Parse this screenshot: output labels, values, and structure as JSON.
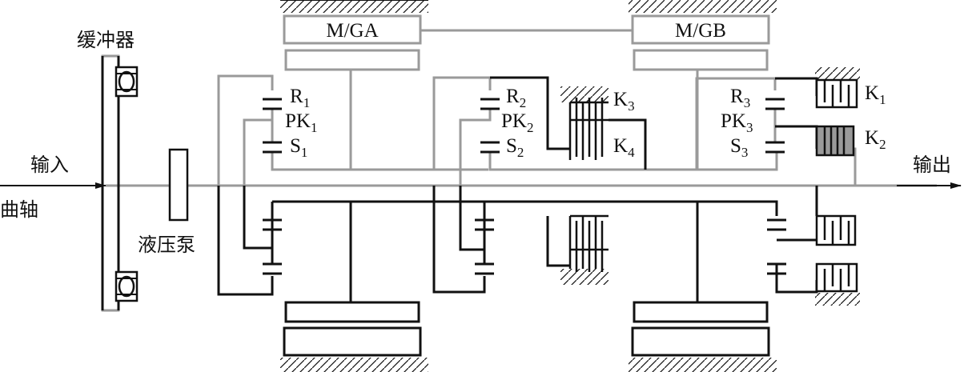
{
  "labels": {
    "damper": "缓冲器",
    "input": "输入",
    "crankshaft": "曲轴",
    "pump": "液压泵",
    "output": "输出",
    "mga": "M/GA",
    "mgb": "M/GB"
  },
  "gearsets": [
    {
      "ring": "R",
      "carrier": "PK",
      "sun": "S",
      "index": "1"
    },
    {
      "ring": "R",
      "carrier": "PK",
      "sun": "S",
      "index": "2"
    },
    {
      "ring": "R",
      "carrier": "PK",
      "sun": "S",
      "index": "3"
    }
  ],
  "clutches": [
    {
      "letter": "K",
      "index": "1"
    },
    {
      "letter": "K",
      "index": "2"
    },
    {
      "letter": "K",
      "index": "3"
    },
    {
      "letter": "K",
      "index": "4"
    }
  ],
  "colors": {
    "gray_line": "#9a9a9a",
    "black_line": "#111111",
    "highlight_fill": "#9a9a9a"
  }
}
